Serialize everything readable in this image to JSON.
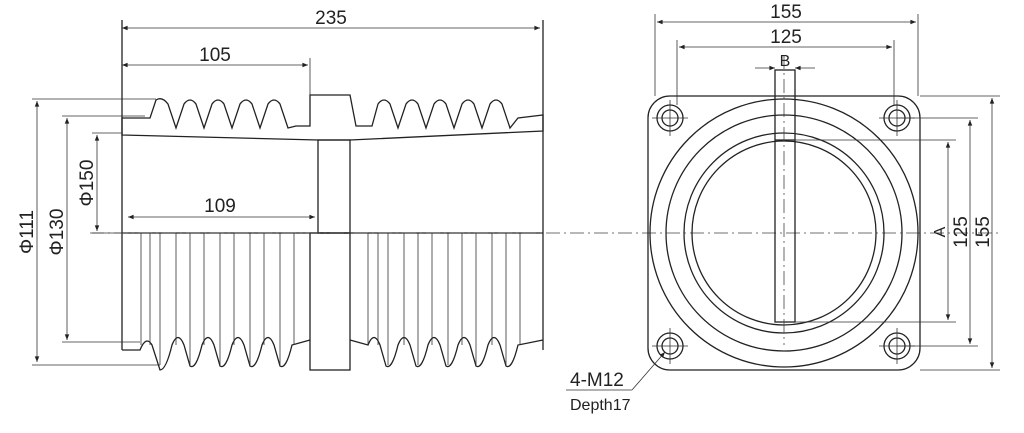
{
  "side_view": {
    "dim_total_length": "235",
    "dim_flange_offset": "105",
    "dim_inner_length": "109",
    "dim_dia_outer": "Φ111",
    "dim_dia_mid": "Φ130",
    "dim_dia_inner": "Φ150"
  },
  "front_view": {
    "dim_plate_width": "155",
    "dim_hole_spacing": "125",
    "dim_slot_width": "B",
    "dim_slot_height": "A",
    "dim_hole_spacing_v": "125",
    "dim_plate_height": "155",
    "hole_callout": "4-M12",
    "hole_depth": "Depth17"
  },
  "colors": {
    "line": "#222222",
    "background": "#ffffff"
  }
}
